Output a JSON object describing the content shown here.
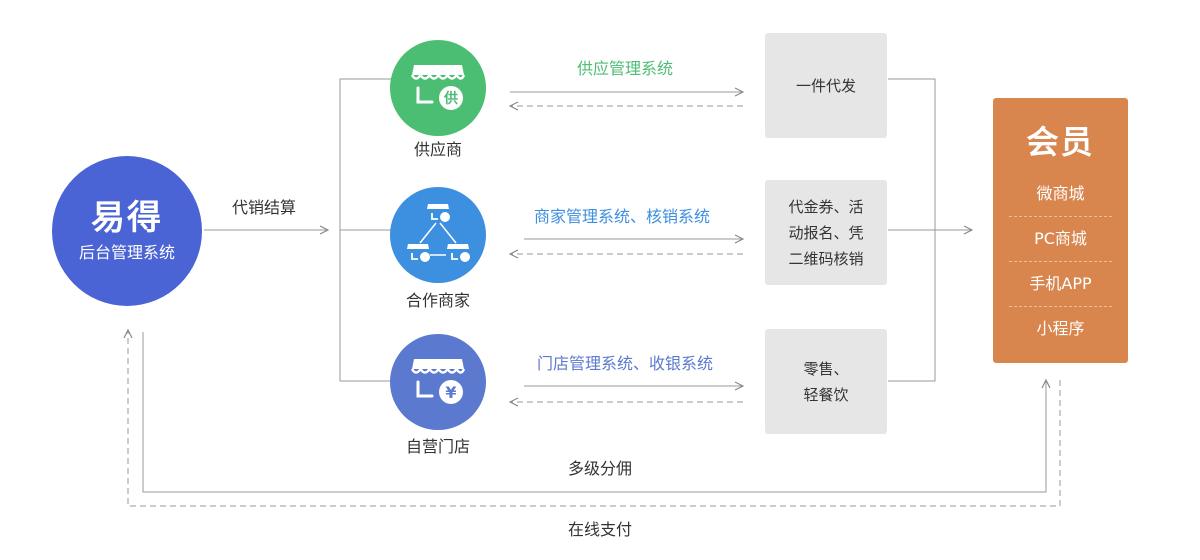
{
  "main": {
    "title": "易得",
    "subtitle": "后台管理系统"
  },
  "flow_label": "代销结算",
  "nodes": {
    "supplier": {
      "label": "供应商",
      "badge": "供",
      "color": "#4cbe74"
    },
    "partner": {
      "label": "合作商家",
      "color": "#3d8fe0"
    },
    "store": {
      "label": "自营门店",
      "badge": "¥",
      "color": "#5b79cf"
    }
  },
  "channels": {
    "supplier": {
      "label": "供应管理系统",
      "color": "#4cbe74"
    },
    "partner": {
      "label": "商家管理系统、核销系统",
      "color": "#3d8fe0"
    },
    "store": {
      "label": "门店管理系统、收银系统",
      "color": "#5b79cf"
    }
  },
  "boxes": {
    "supplier": [
      "一件代发"
    ],
    "partner": [
      "代金券、活",
      "动报名、凭",
      "二维码核销"
    ],
    "store": [
      "零售、",
      "轻餐饮"
    ]
  },
  "member": {
    "title": "会员",
    "items": [
      "微商城",
      "PC商城",
      "手机APP",
      "小程序"
    ],
    "color": "#d9854e"
  },
  "bottom": {
    "multilevel": "多级分佣",
    "payment": "在线支付"
  }
}
